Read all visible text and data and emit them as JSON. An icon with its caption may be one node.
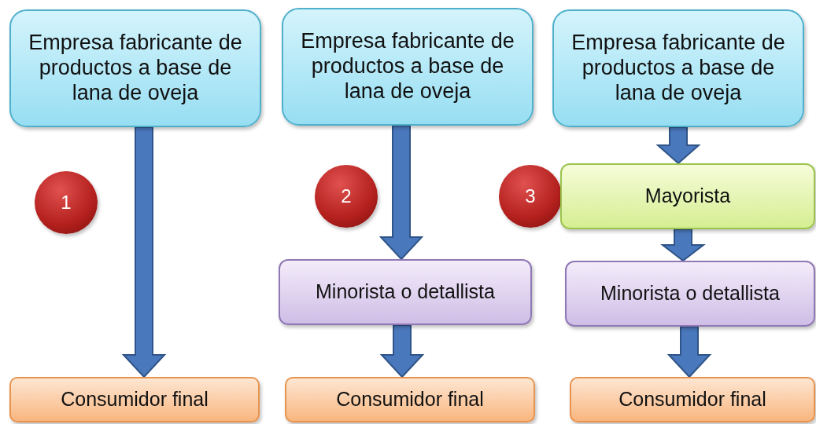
{
  "diagram": {
    "nodes": [
      {
        "text": [
          "Empresa fabricante de productos a base de lana de oveja"
        ]
      },
      {
        "text": [
          "1"
        ]
      },
      {
        "text": [
          "Consumidor final"
        ]
      },
      {
        "text": [
          "Empresa fabricante de productos a base de lana de oveja"
        ]
      },
      {
        "text": [
          "2"
        ]
      },
      {
        "text": [
          "Minorista o detallista"
        ]
      },
      {
        "text": [
          "Consumidor final"
        ]
      },
      {
        "text": [
          "Empresa fabricante de productos a base de lana de oveja"
        ]
      },
      {
        "text": [
          "3"
        ]
      },
      {
        "text": [
          "Mayorista"
        ]
      },
      {
        "text": [
          "Minorista o detallista"
        ]
      },
      {
        "text": [
          "Consumidor final"
        ]
      }
    ],
    "edges": [
      {
        "from": 0,
        "to": 2,
        "arrow": "to"
      },
      {
        "from": 3,
        "to": 5,
        "arrow": "to"
      },
      {
        "from": 5,
        "to": 6,
        "arrow": "to"
      },
      {
        "from": 7,
        "to": 9,
        "arrow": "to"
      },
      {
        "from": 9,
        "to": 10,
        "arrow": "to"
      },
      {
        "from": 10,
        "to": 11,
        "arrow": "to"
      }
    ]
  }
}
